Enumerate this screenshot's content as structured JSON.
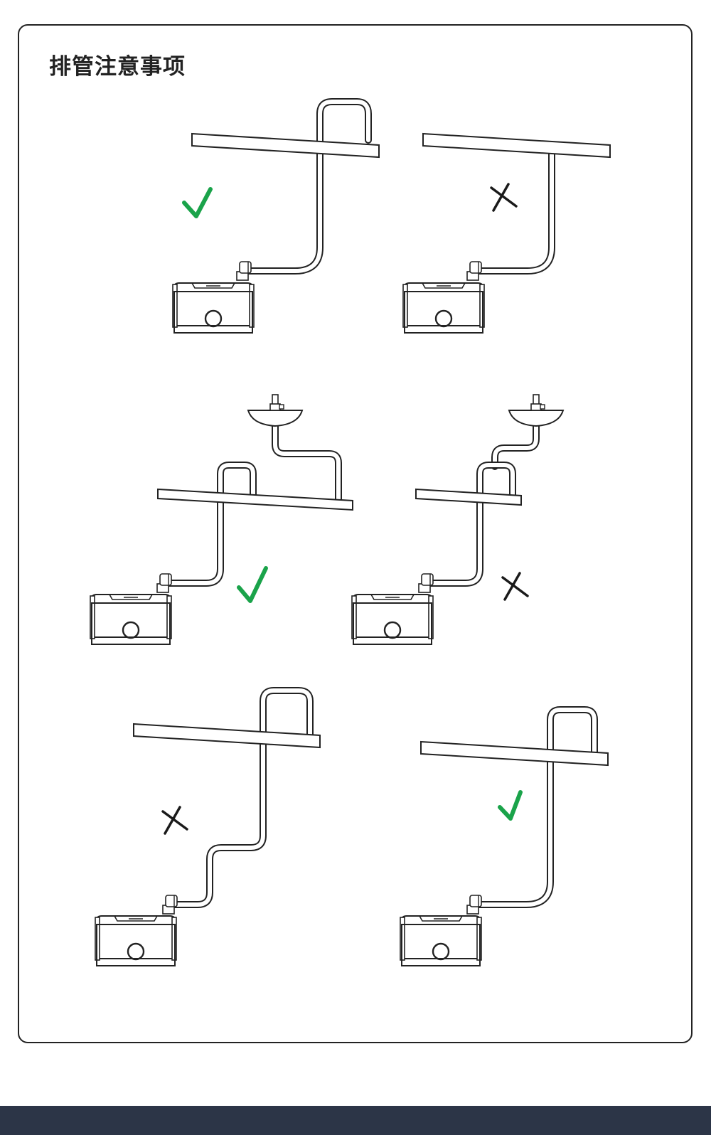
{
  "title": "排管注意事项",
  "colors": {
    "ok": "#1aa34a",
    "bad": "#1a1a1a",
    "line": "#222222",
    "footer": "#2c3547"
  },
  "examples": [
    {
      "id": "top-left",
      "verdict": "correct",
      "mark": "check-icon",
      "pipe": "inverted-u-loop-above-beam"
    },
    {
      "id": "top-right",
      "verdict": "incorrect",
      "mark": "cross-icon",
      "pipe": "no-loop"
    },
    {
      "id": "middle-left",
      "verdict": "correct",
      "mark": "check-icon",
      "pipe": "loop-separate-from-sink-drain"
    },
    {
      "id": "middle-right",
      "verdict": "incorrect",
      "mark": "cross-icon",
      "pipe": "sink-drain-joined-into-loop"
    },
    {
      "id": "bottom-left",
      "verdict": "incorrect",
      "mark": "cross-icon",
      "pipe": "horizontal-run-before-loop"
    },
    {
      "id": "bottom-right",
      "verdict": "correct",
      "mark": "check-icon",
      "pipe": "inverted-u-loop-above-beam"
    }
  ]
}
